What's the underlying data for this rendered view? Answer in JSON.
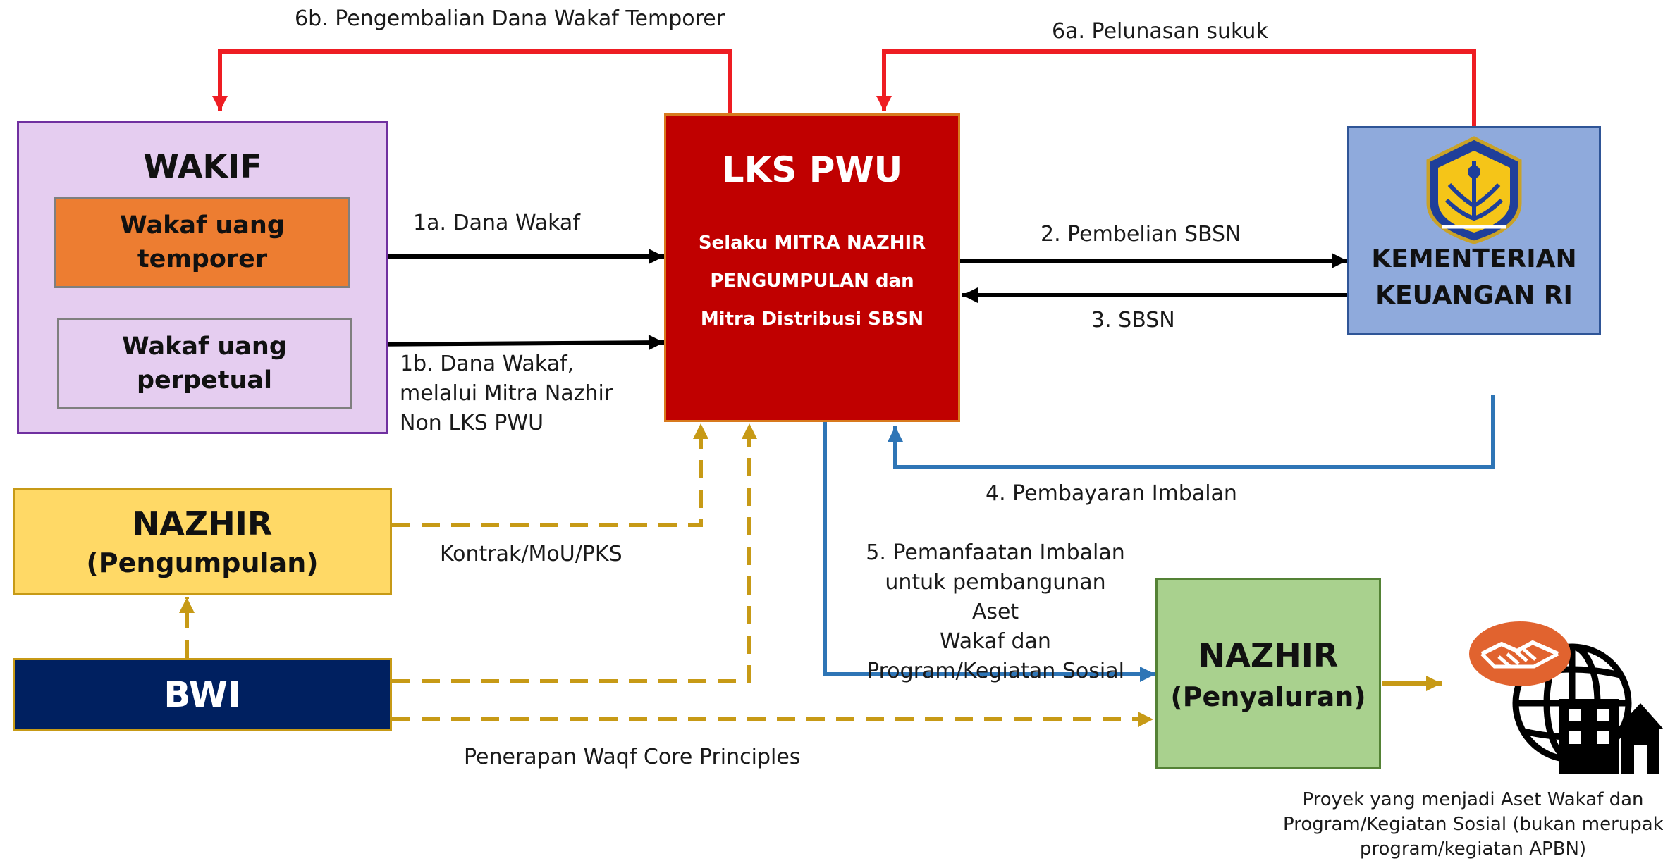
{
  "colors": {
    "red": "#ee1d23",
    "dark_red": "#c00000",
    "black": "#000000",
    "blue": "#2e75b6",
    "gold": "#c79a16",
    "wakif_fill": "#e5cdf0",
    "wakif_border": "#7030a0",
    "orange": "#ed7d31",
    "lks_fill": "#c00000",
    "kemenkeu_fill": "#8faadc",
    "nazhir_pengumpulan_fill": "#ffd966",
    "bwi_fill": "#002060",
    "nazhir_penyaluran_fill": "#a9d18e"
  },
  "nodes": {
    "wakif": {
      "title": "WAKIF",
      "temporer": [
        "Wakaf uang",
        "temporer"
      ],
      "perpetual": [
        "Wakaf uang",
        "perpetual"
      ]
    },
    "lks": {
      "title": "LKS PWU",
      "subtitle": [
        "Selaku MITRA NAZHIR",
        "PENGUMPULAN dan",
        "Mitra Distribusi SBSN"
      ]
    },
    "kemenkeu": {
      "title": [
        "KEMENTERIAN",
        "KEUANGAN RI"
      ],
      "logo_icon": "kemenkeu-emblem-icon"
    },
    "nazhir_pengumpulan": {
      "title": "NAZHIR",
      "subtitle": "(Pengumpulan)"
    },
    "bwi": {
      "title": "BWI"
    },
    "nazhir_penyaluran": {
      "title": "NAZHIR",
      "subtitle": "(Penyaluran)"
    },
    "project": {
      "icons": [
        "handshake-icon",
        "globe-icon",
        "buildings-icon"
      ],
      "caption": [
        "Proyek yang menjadi Aset Wakaf dan",
        "Program/Kegiatan Sosial (bukan merupakan",
        "program/kegiatan APBN)"
      ]
    }
  },
  "edges": {
    "e6b": "6b. Pengembalian Dana Wakaf Temporer",
    "e6a": "6a. Pelunasan sukuk",
    "e1a": "1a. Dana Wakaf",
    "e1b": [
      "1b. Dana Wakaf,",
      "melalui  Mitra Nazhir",
      "Non LKS PWU"
    ],
    "e2": "2. Pembelian SBSN",
    "e3": "3. SBSN",
    "e4": "4. Pembayaran Imbalan",
    "e5": [
      "5. Pemanfaatan Imbalan",
      "untuk pembangunan Aset",
      "Wakaf dan",
      "Program/Kegiatan Sosial"
    ],
    "kontrak": "Kontrak/MoU/PKS",
    "waqf": "Penerapan Waqf Core Principles"
  }
}
